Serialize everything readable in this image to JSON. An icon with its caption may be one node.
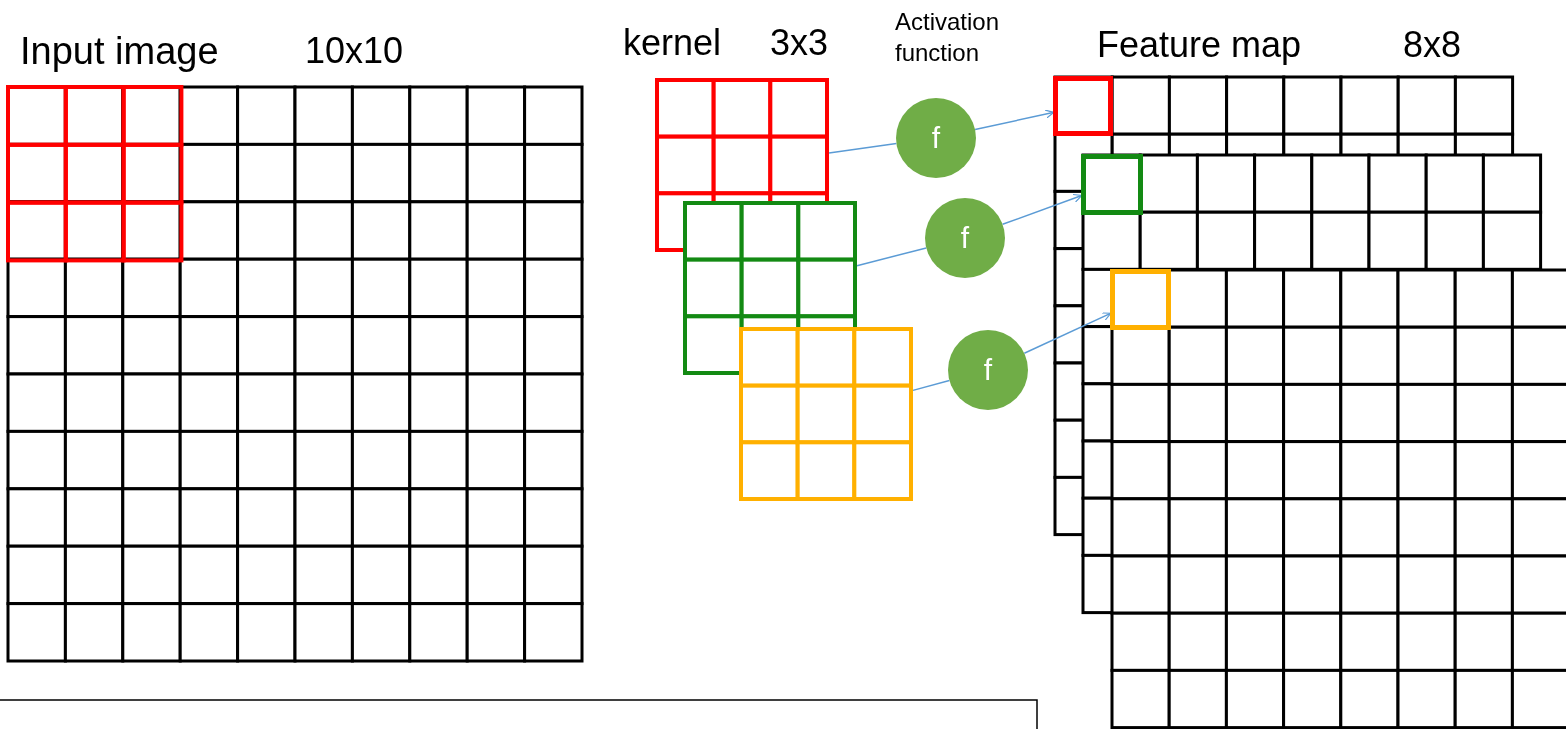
{
  "diagram": {
    "nodes": [
      {
        "text": [],
        "shape": "box"
      },
      {
        "text": [
          "f"
        ]
      },
      {
        "text": [],
        "shape": "box"
      },
      {
        "text": [],
        "shape": "box"
      },
      {
        "text": [
          "f"
        ]
      },
      {
        "text": [],
        "shape": "box"
      },
      {
        "text": [],
        "shape": "box"
      },
      {
        "text": [
          "f"
        ]
      },
      {
        "text": [],
        "shape": "box"
      }
    ],
    "edges": [
      {
        "from": 0,
        "to": 1,
        "arrow": "none"
      },
      {
        "from": 1,
        "to": 2,
        "arrow": "to"
      },
      {
        "from": 3,
        "to": 4,
        "arrow": "none"
      },
      {
        "from": 4,
        "to": 5,
        "arrow": "to"
      },
      {
        "from": 6,
        "to": 7,
        "arrow": "none"
      },
      {
        "from": 7,
        "to": 8,
        "arrow": "to"
      }
    ],
    "labels": [
      "Input image",
      "10x10",
      "kernel",
      "3x3",
      "Activation function",
      "Feature map",
      "8x8"
    ]
  }
}
